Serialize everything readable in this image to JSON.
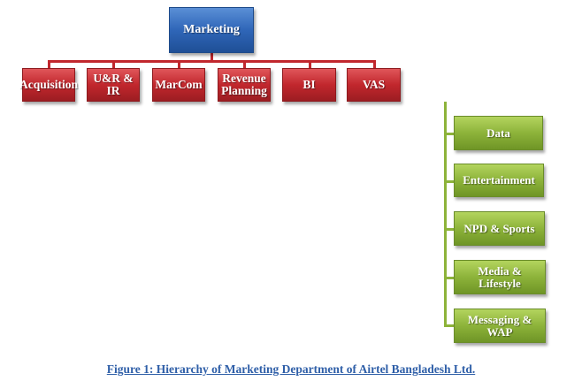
{
  "root": "Marketing",
  "departments": [
    "Acquisition",
    "U&R & IR",
    "MarCom",
    "Revenue Planning",
    "BI",
    "VAS"
  ],
  "vas_children": [
    "Data",
    "Entertainment",
    "NPD & Sports",
    "Media & Lifestyle",
    "Messaging & WAP"
  ],
  "caption": "Figure 1: Hierarchy of Marketing Department of Airtel Bangladesh Ltd.",
  "colors": {
    "root": "#2f66b8",
    "department": "#c1272d",
    "vas_child": "#8db33a",
    "caption": "#2f5fa8"
  }
}
